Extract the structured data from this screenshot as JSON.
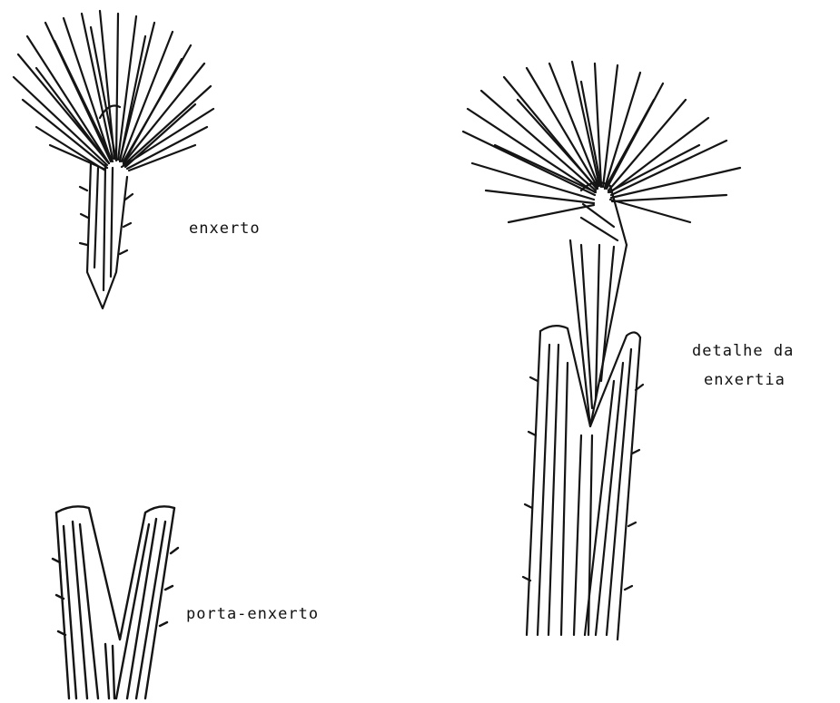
{
  "labels": {
    "scion": "enxerto",
    "rootstock": "porta-enxerto",
    "detail_line1": "detalhe da",
    "detail_line2": "enxertia"
  },
  "colors": {
    "ink": "#141414",
    "background": "#ffffff"
  }
}
